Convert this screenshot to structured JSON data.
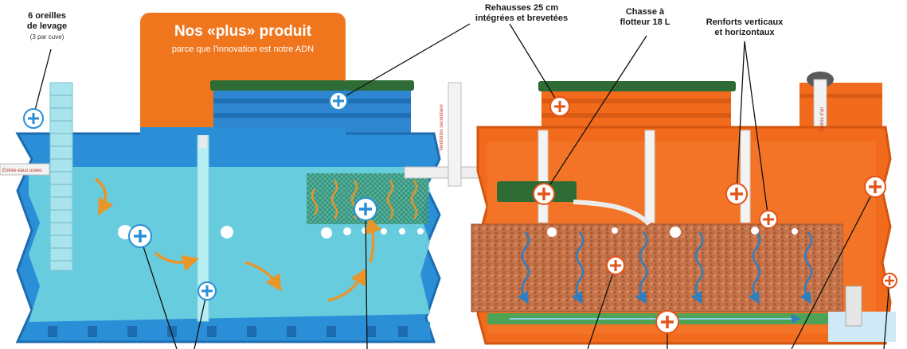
{
  "promo": {
    "title": "Nos «plus» produit",
    "subtitle": "parce que l'innovation est notre ADN"
  },
  "callouts": {
    "lifting_ears": {
      "line1": "6 oreilles",
      "line2": "de levage",
      "note": "(3 par cuve)"
    },
    "extensions": {
      "line1": "Rehausses 25 cm",
      "line2": "intégrées et brevetées"
    },
    "flush": {
      "line1": "Chasse à",
      "line2": "flotteur 18 L"
    },
    "reinforcements": {
      "line1": "Renforts verticaux",
      "line2": "et horizontaux"
    }
  },
  "tank_texts": {
    "inlet": "Entrée eaux usées",
    "ventilation": "Ventilation secondaire",
    "air_inlet": "Entrée d'air"
  },
  "colors": {
    "promo_orange": "#f0761e",
    "blue_tank": "#2a8fd6",
    "blue_water": "#6fd3e0",
    "orange_tank": "#f26a1b",
    "lid_green": "#2e6b35",
    "media_brown": "#c4734a",
    "pin_white": "#ffffff"
  },
  "pin_icons": [
    "plus-circle-icon"
  ]
}
